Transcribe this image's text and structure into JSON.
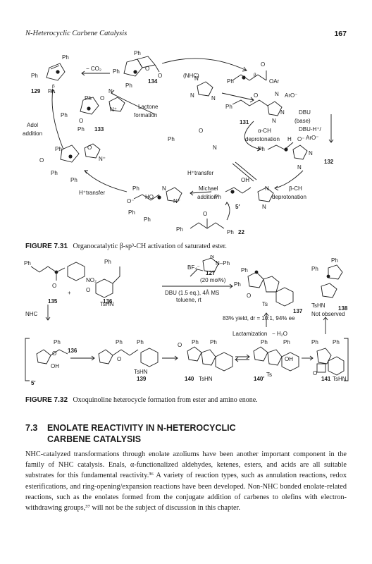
{
  "header": {
    "title": "N-Heterocyclic Carbene Catalysis",
    "page_number": "167"
  },
  "figure31": {
    "caption_label": "FIGURE 7.31",
    "caption_text": "Organocatalytic β-sp³-CH activation of saturated ester.",
    "labels": {
      "minus_co2": "− CO₂",
      "c129": "129",
      "c134": "134",
      "c133": "133",
      "c131": "131",
      "c132": "132",
      "c5prime": "5′",
      "c22": "22",
      "lactone": "Lactone",
      "formation": "formation",
      "nhc": "(NHC)",
      "adol": "Adol",
      "addition": "addition",
      "h_transfer_left": "H⁺transfer",
      "h_transfer_mid": "H⁺transfer",
      "michael": "Michael",
      "michael_addition": "addition",
      "dbu": "DBU",
      "base": "(base)",
      "dbuh": "DBU-H⁺/",
      "aro_minus": "ArO⁻",
      "alpha_ch": "α-CH",
      "deprotonation": "deprotonation",
      "beta_ch": "β-CH",
      "beta_deprotonation": "deprotonation",
      "oar": "OAr",
      "aro_label": "ArO⁻"
    }
  },
  "figure32": {
    "caption_label": "FIGURE 7.32",
    "caption_text": "Oxoquinoline heterocycle formation from ester and amino enone.",
    "labels": {
      "c127": "127",
      "mol": "(20 mol%)",
      "bf4": "BF₄⁻",
      "cond1": "DBU (1.5 eq.), 4Å MS",
      "cond2": "toluene, rt",
      "c135": "135",
      "c136": "136",
      "c137": "137",
      "c138": "138",
      "yield": "83% yield, dr = 10:1, 94% ee",
      "not_observed": "Not observed",
      "lactamization": "Lactamization",
      "minus_h2o": "− H₂O",
      "nhc": "NHC",
      "c5prime": "5′",
      "c139": "139",
      "c140": "140",
      "c140prime": "140′",
      "c141": "141",
      "tshn": "TsHN",
      "ts": "Ts",
      "no2": "NO₂"
    }
  },
  "section": {
    "number": "7.3",
    "title_line1": "ENOLATE REACTIVITY IN N-HETEROCYCLIC",
    "title_line2": "CARBENE CATALYSIS"
  },
  "body": {
    "paragraph": "NHC-catalyzed transformations through enolate azoliums have been another important component in the family of NHC catalysis. Enals, α-functionalized aldehydes, ketenes, esters, and acids are all suitable substrates for this fundamental reactivity.³⁶ A variety of reaction types, such as annulation reactions, redox esterifications, and ring-opening/expansion reactions have been developed. Non-NHC bonded enolate-related reactions, such as the enolates formed from the conjugate addition of carbenes to olefins with electron-withdrawing groups,³⁷ will not be the subject of discussion in this chapter."
  }
}
